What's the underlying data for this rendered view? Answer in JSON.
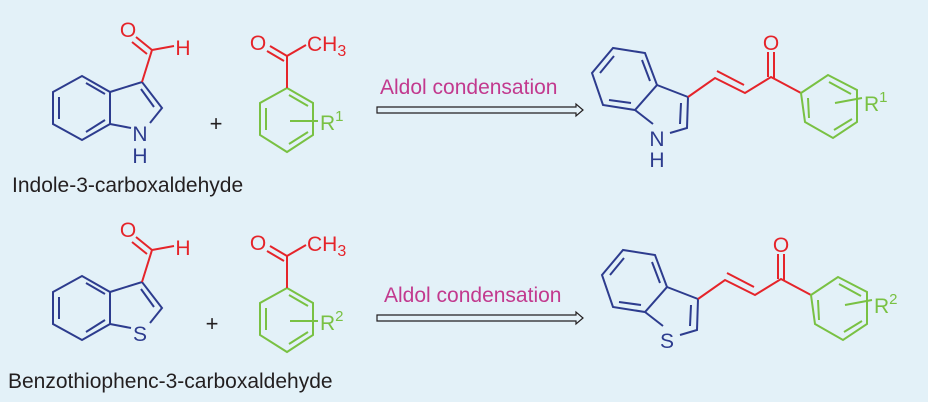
{
  "reactions": [
    {
      "aldehyde": {
        "name": "Indole-3-carboxaldehyde",
        "heteroatom": "N",
        "nh_h": "H",
        "carbonyl_o": "O",
        "aldehyde_h": "H"
      },
      "plus": "+",
      "ketone": {
        "carbonyl_o": "O",
        "methyl": "CH",
        "methyl_sub": "3",
        "substituent": "R",
        "substituent_sup": "1"
      },
      "condition": "Aldol condensation",
      "product": {
        "heteroatom": "N",
        "nh_h": "H",
        "carbonyl_o": "O",
        "substituent": "R",
        "substituent_sup": "1"
      }
    },
    {
      "aldehyde": {
        "name": "Benzothiophenc-3-carboxaldehyde",
        "heteroatom": "S",
        "carbonyl_o": "O",
        "aldehyde_h": "H"
      },
      "plus": "+",
      "ketone": {
        "carbonyl_o": "O",
        "methyl": "CH",
        "methyl_sub": "3",
        "substituent": "R",
        "substituent_sup": "2"
      },
      "condition": "Aldol condensation",
      "product": {
        "heteroatom": "S",
        "carbonyl_o": "O",
        "substituent": "R",
        "substituent_sup": "2"
      }
    }
  ],
  "colors": {
    "background": "#e3f1f8",
    "heterocycle": "#2d3c8e",
    "carbonyl": "#e5242a",
    "aryl": "#79c143",
    "condition": "#c2398e"
  }
}
